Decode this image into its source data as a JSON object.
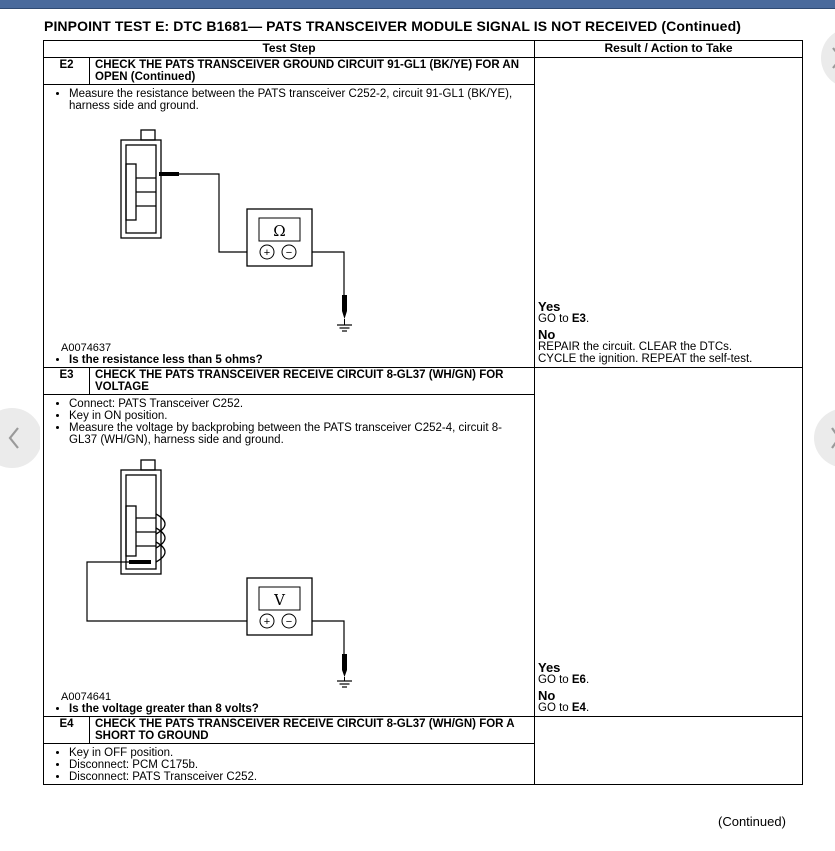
{
  "title": "PINPOINT TEST  E: DTC B1681— PATS TRANSCEIVER MODULE SIGNAL IS NOT RECEIVED (Continued)",
  "headers": {
    "step": "Test Step",
    "result": "Result / Action to Take"
  },
  "steps": [
    {
      "id": "E2",
      "title": "CHECK THE PATS TRANSCEIVER GROUND CIRCUIT 91-GL1 (BK/YE) FOR AN OPEN (Continued)",
      "bullets": [
        "Measure the resistance between the PATS transceiver C252-2, circuit 91-GL1 (BK/YE), harness side and ground."
      ],
      "meter_symbol": "Ω",
      "figure_id": "A0074637",
      "question": "Is the resistance less than 5 ohms?",
      "yes_label": "Yes",
      "yes_text": "GO to ",
      "yes_target": "E3",
      "yes_after": ".",
      "no_label": "No",
      "no_line1": "REPAIR the circuit. CLEAR the DTCs.",
      "no_line2": "CYCLE the ignition. REPEAT the self-test."
    },
    {
      "id": "E3",
      "title": "CHECK THE PATS TRANSCEIVER RECEIVE CIRCUIT 8-GL37 (WH/GN) FOR VOLTAGE",
      "bullets": [
        "Connect: PATS Transceiver C252.",
        "Key in ON position.",
        "Measure the voltage by backprobing between the PATS transceiver C252-4, circuit 8-GL37 (WH/GN), harness side and ground."
      ],
      "meter_symbol": "V",
      "figure_id": "A0074641",
      "question": "Is the voltage greater than 8 volts?",
      "yes_label": "Yes",
      "yes_text": "GO to ",
      "yes_target": "E6",
      "yes_after": ".",
      "no_label": "No",
      "no_text": "GO to ",
      "no_target": "E4",
      "no_after": "."
    },
    {
      "id": "E4",
      "title": "CHECK THE PATS TRANSCEIVER RECEIVE CIRCUIT 8-GL37 (WH/GN) FOR A SHORT TO GROUND",
      "bullets": [
        "Key in OFF position.",
        "Disconnect: PCM C175b.",
        "Disconnect: PATS Transceiver C252."
      ]
    }
  ],
  "meter_plus": "+",
  "meter_minus": "−",
  "footer": "(Continued)",
  "nav": {
    "prev_icon": "chevron-left-icon",
    "next_icon": "chevron-right-icon"
  },
  "colors": {
    "top_bar": "#4a6a9c",
    "nav_bg": "#ebebeb",
    "nav_chevron": "#9a9a9a"
  }
}
